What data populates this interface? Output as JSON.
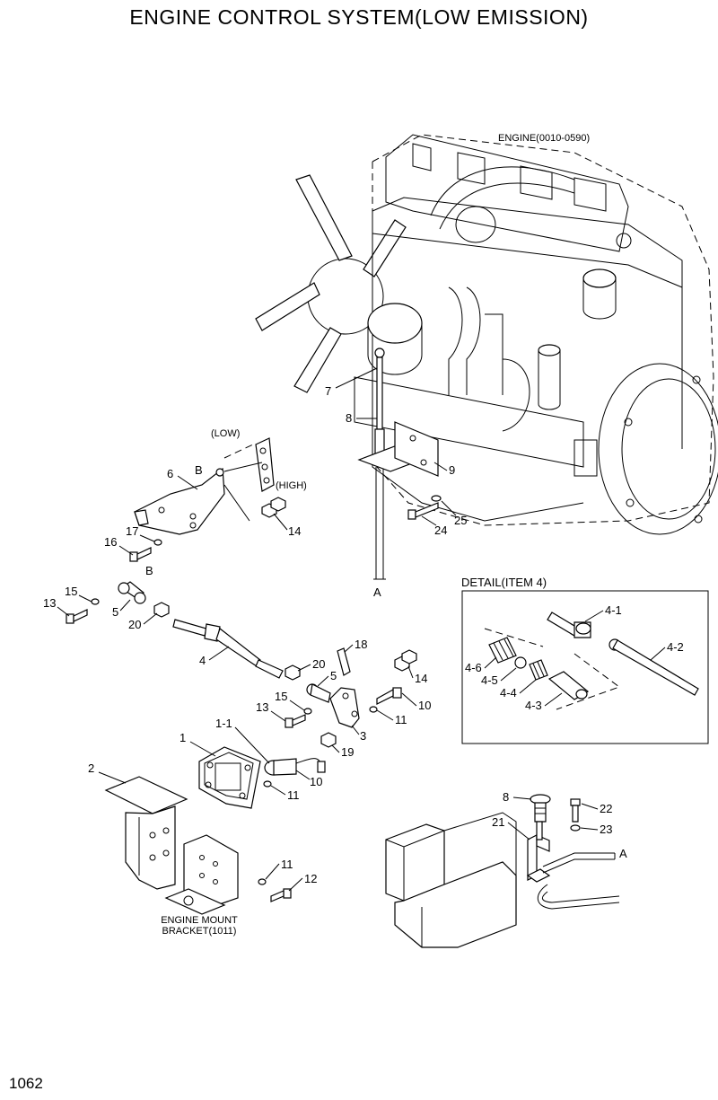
{
  "title": "ENGINE CONTROL SYSTEM(LOW EMISSION)",
  "page_number": "1062",
  "engine_label": "ENGINE(0010-0590)",
  "detail_title": "DETAIL(ITEM 4)",
  "mount_label": [
    "ENGINE MOUNT",
    "BRACKET(1011)"
  ],
  "text": {
    "low": "(LOW)",
    "high": "(HIGH)",
    "b": "B",
    "a": "A"
  },
  "callouts": {
    "c7": "7",
    "c8": "8",
    "c9": "9",
    "c24": "24",
    "c25": "25",
    "c6": "6",
    "c14": "14",
    "c17": "17",
    "c16": "16",
    "c15": "15",
    "c13": "13",
    "c5": "5",
    "c20": "20",
    "c4": "4",
    "c18": "18",
    "c3": "3",
    "c10": "10",
    "c11": "11",
    "c19": "19",
    "c1_1": "1-1",
    "c1": "1",
    "c2": "2",
    "c12": "12",
    "c21": "21",
    "c22": "22",
    "c23": "23",
    "d4_1": "4-1",
    "d4_2": "4-2",
    "d4_3": "4-3",
    "d4_4": "4-4",
    "d4_5": "4-5",
    "d4_6": "4-6"
  }
}
